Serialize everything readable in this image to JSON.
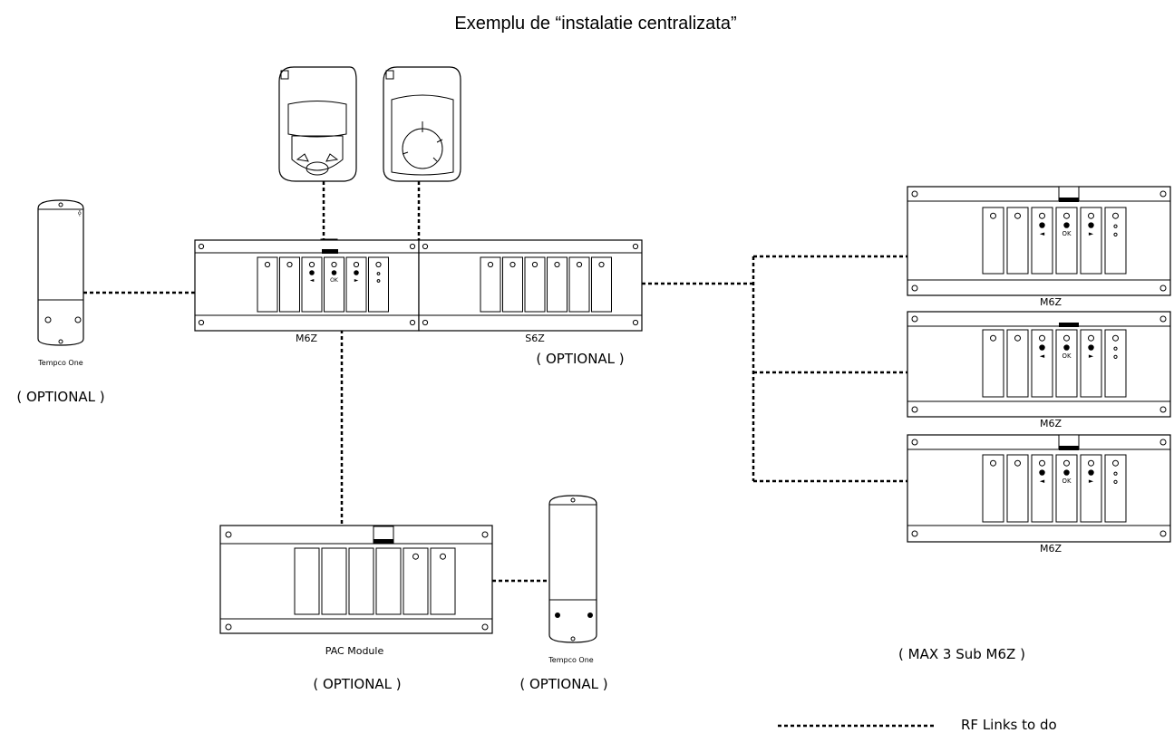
{
  "title": "Exemplu de “instalatie centralizata”",
  "labels": {
    "main_m6z": "M6Z",
    "s6z": "S6Z",
    "sub_m6z_1": "M6Z",
    "sub_m6z_2": "M6Z",
    "sub_m6z_3": "M6Z",
    "pac_module": "PAC Module",
    "tempco_left": "Tempco One",
    "tempco_bottom": "Tempco One"
  },
  "notes": {
    "optional_left": "( OPTIONAL )",
    "optional_s6z": "( OPTIONAL )",
    "optional_pac": "( OPTIONAL )",
    "optional_tempco": "( OPTIONAL )",
    "max_sub": "( MAX 3 Sub M6Z )"
  },
  "legend": {
    "rf_links": "RF Links to do"
  },
  "module_text": {
    "ok": "OK",
    "left_arrow": "◄",
    "right_arrow": "►"
  }
}
